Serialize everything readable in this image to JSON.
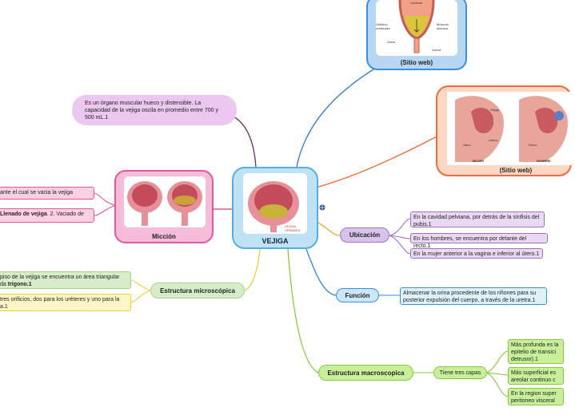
{
  "central": {
    "title": "VEJIGA",
    "image_label": "VEJIGA URINARIA"
  },
  "top_web": {
    "caption": "(Sitio web)",
    "labels": [
      "Ureteres",
      "Orificios ureterales",
      "Músculo detrusor",
      "Orina",
      "Uretra"
    ]
  },
  "right_web": {
    "caption": "(Sitio web)",
    "labels": [
      "Vejiga",
      "Uretra",
      "Útero",
      "MUJER",
      "HOMBRE",
      "Recto"
    ]
  },
  "definition": {
    "text": "Es un órgano muscular hueco y distensible. La capacidad de la vejiga oscila en promedio entre 700 y 500 mL.1"
  },
  "miccion": {
    "title": "Micción",
    "items": [
      {
        "text": "ante el cual se vacia la vejiga"
      },
      {
        "bold": "Llenado de vejiga",
        "rest": ". 2. Vaciado de"
      }
    ]
  },
  "micro": {
    "title": "Estructura microscópica",
    "items": [
      {
        "line1": "piso de la vejiga se encuentra un área triangular",
        "line2a": "da ",
        "line2b": "trígono.1"
      },
      {
        "line1": "tres orificios, dos para los uréteres y uno para la",
        "line2a": "a.1",
        "line2b": ""
      }
    ]
  },
  "ubicacion": {
    "title": "Ubicación",
    "items": [
      "En la cavidad pelviana, por detrás de la sínfisis del pubis.1",
      "En los hombres, se encuentra por delante del recto.1",
      "En la mujer anterior a la vagina e inferior al útero.1"
    ]
  },
  "funcion": {
    "title": "Función",
    "text": "Almacenar la orina procedente de los riñones para su posterior expulsión del cuerpo, a través de la uretra.1"
  },
  "macro": {
    "title": "Estructura macroscopica",
    "sub": "Tiene tres capas",
    "items": [
      "Más profunda es la epitelio de transici detrusor).1",
      "Más superficial es areolar continuo c",
      "En la region super peritoneo visceral"
    ]
  },
  "colors": {
    "central": "#bfe3f5",
    "central_border": "#5aaedc",
    "miccion": "#f7bcd9",
    "miccion_border": "#e2589a",
    "definition": "#ecc7ef",
    "micro": "#d7ecc8",
    "micro_border": "#a9d18b",
    "ubicacion": "#d9c3ea",
    "ubicacion_border": "#9b74c2",
    "funcion": "#cce7fa",
    "funcion_border": "#3d8fe0",
    "macro": "#c8f09a",
    "macro_border": "#86c93b",
    "right_web": "#fbd7c4",
    "right_web_border": "#f06b37",
    "top_web": "#b6d6f3",
    "top_web_border": "#3f8fde"
  }
}
